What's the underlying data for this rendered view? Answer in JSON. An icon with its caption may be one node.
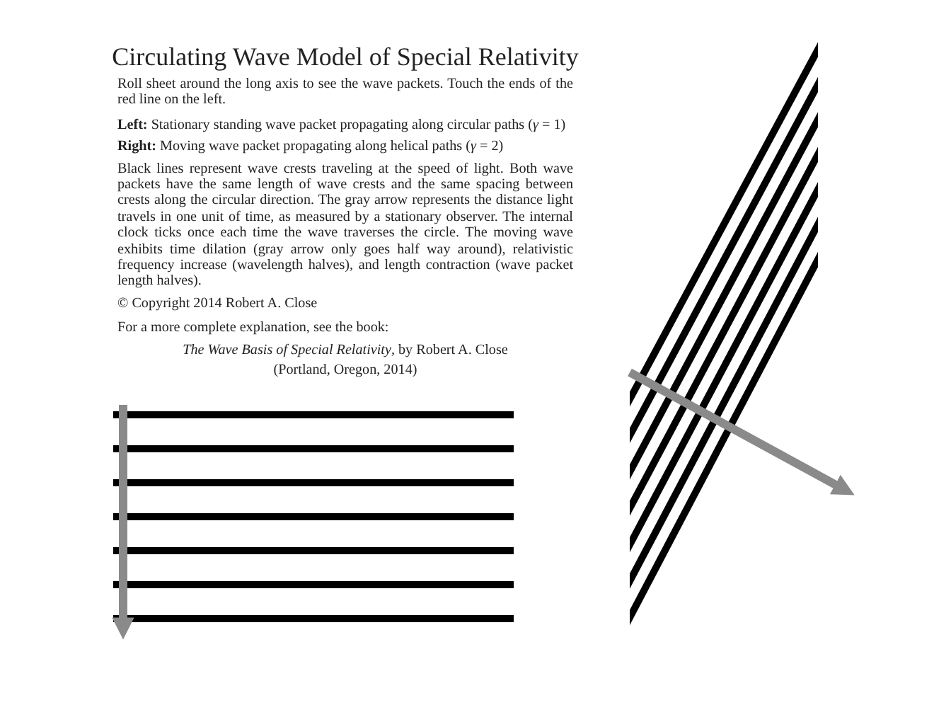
{
  "diagram": {
    "title": "Circulating Wave Model of Special Relativity",
    "labels": [
      "Roll sheet around the long axis to see the wave packets. Touch the ends of the red line on the left.",
      "**Left:** Stationary standing wave packet propagating along circular paths (*γ* = 1)",
      "**Right:** Moving wave packet propagating along helical paths (*γ* = 2)",
      "Black lines represent wave crests traveling at the speed of light. Both wave packets have the same length of wave crests and the same spacing between crests along the circular direction. The gray arrow represents the distance light travels in one unit of time, as measured by a stationary observer. The internal clock ticks once each time the wave traverses the circle. The moving wave exhibits time dilation (gray arrow only goes half way around), relativistic frequency increase (wavelength halves), and length contraction (wave packet length halves).",
      "© Copyright 2014 Robert A. Close",
      "For a more complete explanation, see the book:",
      "*The Wave Basis of Special Relativity*, by Robert A. Close",
      "(Portland, Oregon, 2014)"
    ]
  }
}
